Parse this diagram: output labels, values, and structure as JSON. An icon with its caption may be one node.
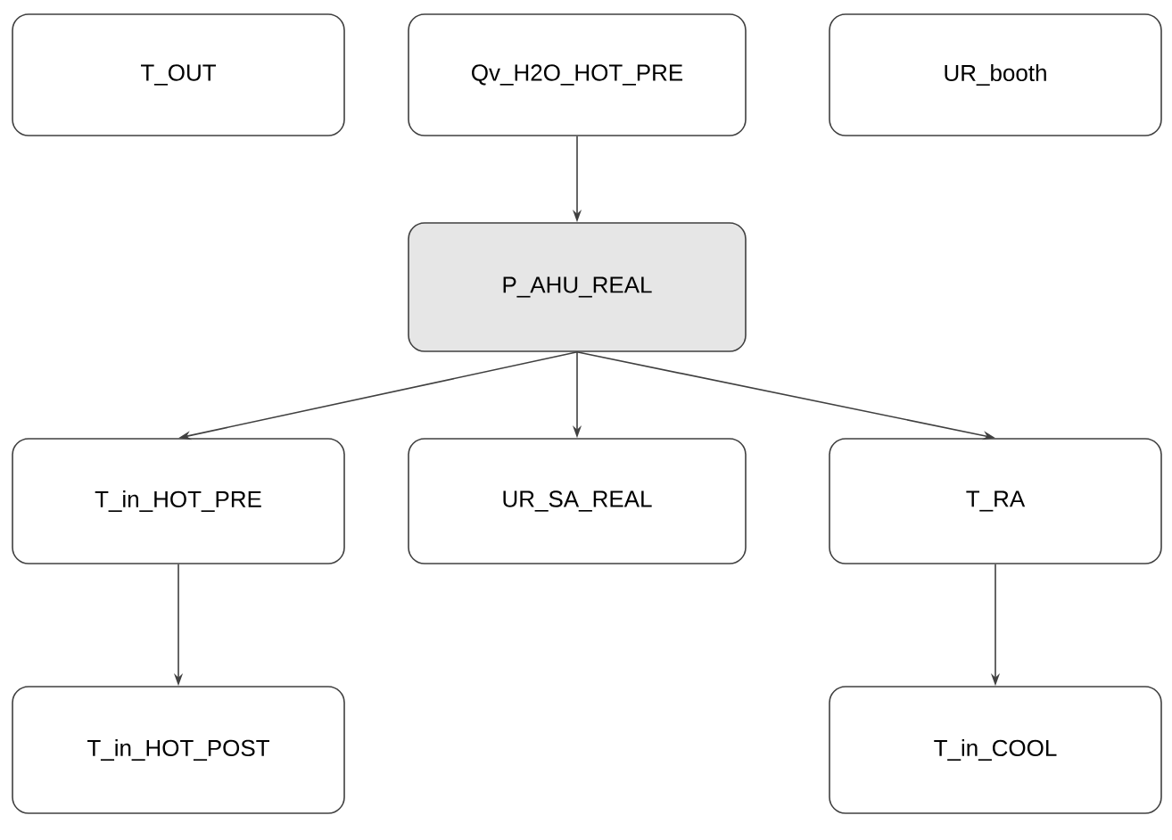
{
  "diagram": {
    "nodes": [
      {
        "text": [
          "T_OUT"
        ]
      },
      {
        "text": [
          "Qv_H2O_HOT_PRE"
        ]
      },
      {
        "text": [
          "UR_booth"
        ]
      },
      {
        "text": [
          "P_AHU_REAL"
        ]
      },
      {
        "text": [
          "T_in_HOT_PRE"
        ]
      },
      {
        "text": [
          "UR_SA_REAL"
        ]
      },
      {
        "text": [
          "T_RA"
        ]
      },
      {
        "text": [
          "T_in_HOT_POST"
        ]
      },
      {
        "text": [
          "T_in_COOL"
        ]
      }
    ],
    "edges": [
      {
        "from": 1,
        "to": 3,
        "arrow": "to"
      },
      {
        "from": 3,
        "to": 4,
        "arrow": "to"
      },
      {
        "from": 3,
        "to": 5,
        "arrow": "to"
      },
      {
        "from": 3,
        "to": 6,
        "arrow": "to"
      },
      {
        "from": 4,
        "to": 7,
        "arrow": "to"
      },
      {
        "from": 6,
        "to": 8,
        "arrow": "to"
      }
    ]
  }
}
